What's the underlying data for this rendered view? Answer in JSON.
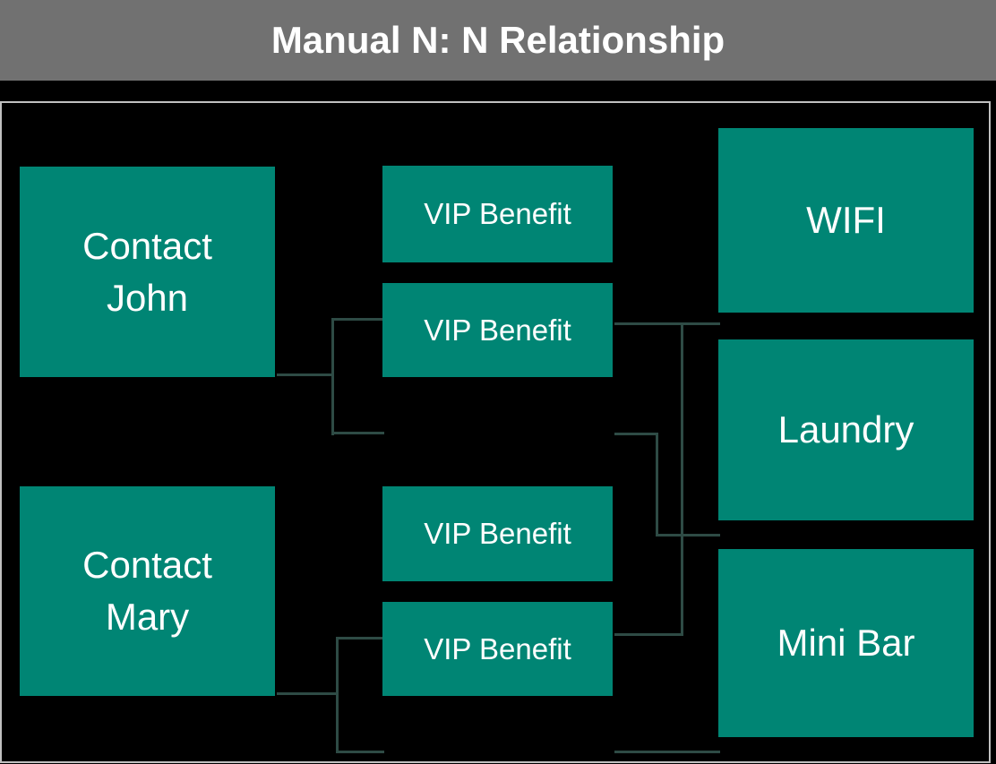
{
  "header": {
    "title": "Manual N: N Relationship"
  },
  "diagram": {
    "nodes": {
      "contact_john": {
        "label": "Contact\nJohn",
        "type": "contact"
      },
      "contact_mary": {
        "label": "Contact\nMary",
        "type": "contact"
      },
      "vip_benefit_1": {
        "label": "VIP Benefit",
        "type": "junction"
      },
      "vip_benefit_2": {
        "label": "VIP Benefit",
        "type": "junction"
      },
      "vip_benefit_3": {
        "label": "VIP Benefit",
        "type": "junction"
      },
      "vip_benefit_4": {
        "label": "VIP Benefit",
        "type": "junction"
      },
      "wifi": {
        "label": "WIFI",
        "type": "benefit"
      },
      "laundry": {
        "label": "Laundry",
        "type": "benefit"
      },
      "mini_bar": {
        "label": "Mini Bar",
        "type": "benefit"
      }
    },
    "edges": [
      {
        "from": "contact_john",
        "to": "vip_benefit_1"
      },
      {
        "from": "contact_john",
        "to": "vip_benefit_2"
      },
      {
        "from": "contact_mary",
        "to": "vip_benefit_3"
      },
      {
        "from": "contact_mary",
        "to": "vip_benefit_4"
      },
      {
        "from": "vip_benefit_1",
        "to": "wifi"
      },
      {
        "from": "vip_benefit_2",
        "to": "laundry"
      },
      {
        "from": "vip_benefit_3",
        "to": "wifi"
      },
      {
        "from": "vip_benefit_4",
        "to": "mini_bar"
      }
    ]
  },
  "colors": {
    "header_bg": "#717171",
    "canvas_bg": "#000000",
    "node_teal": "#008574",
    "connector": "#2e4b45",
    "frame_border": "#c0c0c0",
    "text": "#ffffff"
  }
}
